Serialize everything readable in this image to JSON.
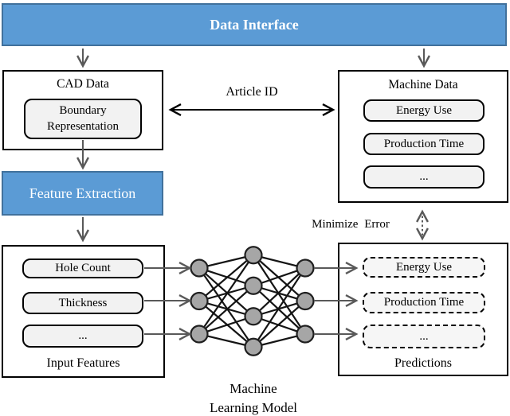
{
  "banner": {
    "label": "Data Interface"
  },
  "cad_data": {
    "title": "CAD Data",
    "items": [
      "Boundary Representation"
    ]
  },
  "machine_data": {
    "title": "Machine Data",
    "items": [
      "Energy Use",
      "Production Time",
      "..."
    ]
  },
  "feature_extraction": {
    "label": "Feature Extraction"
  },
  "input_features": {
    "title": "Input Features",
    "items": [
      "Hole Count",
      "Thickness",
      "..."
    ]
  },
  "predictions": {
    "title": "Predictions",
    "items": [
      "Energy Use",
      "Production Time",
      "..."
    ]
  },
  "labels": {
    "article_id": "Article ID",
    "minimize_error": "Minimize Error",
    "model_caption_line1": "Machine",
    "model_caption_line2": "Learning Model"
  },
  "neural_network": {
    "layers": [
      3,
      4,
      3
    ]
  },
  "colors": {
    "blue_fill": "#5B9BD5",
    "blue_border": "#41719C",
    "arrow_gray": "#595959",
    "edge_black": "#141414",
    "node_fill": "#A6A6A6",
    "node_stroke": "#1f1f1f"
  }
}
